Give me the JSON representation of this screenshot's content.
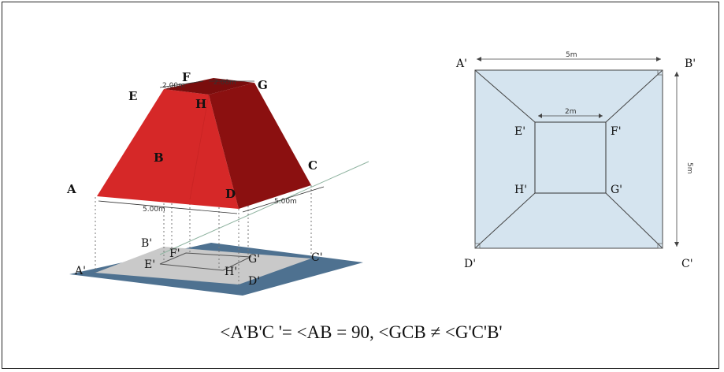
{
  "colors": {
    "front_face": "#d62828",
    "side_face": "#8b1010",
    "top_face": "#7a0d0d",
    "ground": "#4e7190",
    "footprint": "#c9c9c9",
    "plan_fill": "#d5e4ef"
  },
  "left_figure": {
    "vertex_labels": {
      "A": "A",
      "B": "B",
      "C": "C",
      "D": "D",
      "E": "E",
      "F": "F",
      "G": "G",
      "H": "H"
    },
    "projected_labels": {
      "A": "A'",
      "B": "B'",
      "C": "C'",
      "D": "D'",
      "E": "E'",
      "F": "F'",
      "G": "G'",
      "H": "H'"
    },
    "dimensions": {
      "top_left": "2.00m",
      "top_right": "2.00m",
      "base_front": "5.00m",
      "base_side": "5.00m"
    }
  },
  "right_figure": {
    "corner_labels": {
      "A": "A'",
      "B": "B'",
      "C": "C'",
      "D": "D'",
      "E": "E'",
      "F": "F'",
      "G": "G'",
      "H": "H'"
    },
    "dimensions": {
      "outer_width": "5m",
      "outer_height": "5m",
      "inner_width": "2m"
    }
  },
  "caption": "<A'B'C '= <AB = 90,  <GCB ≠ <G'C'B'"
}
